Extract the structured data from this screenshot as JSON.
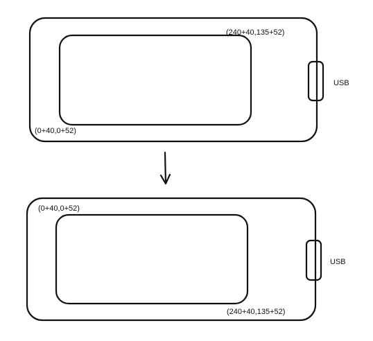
{
  "top_board": {
    "corner_top_right_label": "(240+40,135+52)",
    "corner_bottom_left_label": "(0+40,0+52)",
    "port_label": "USB"
  },
  "arrow": {
    "direction": "down"
  },
  "bottom_board": {
    "corner_top_left_label": "(0+40,0+52)",
    "corner_bottom_right_label": "(240+40,135+52)",
    "port_label": "USB"
  }
}
